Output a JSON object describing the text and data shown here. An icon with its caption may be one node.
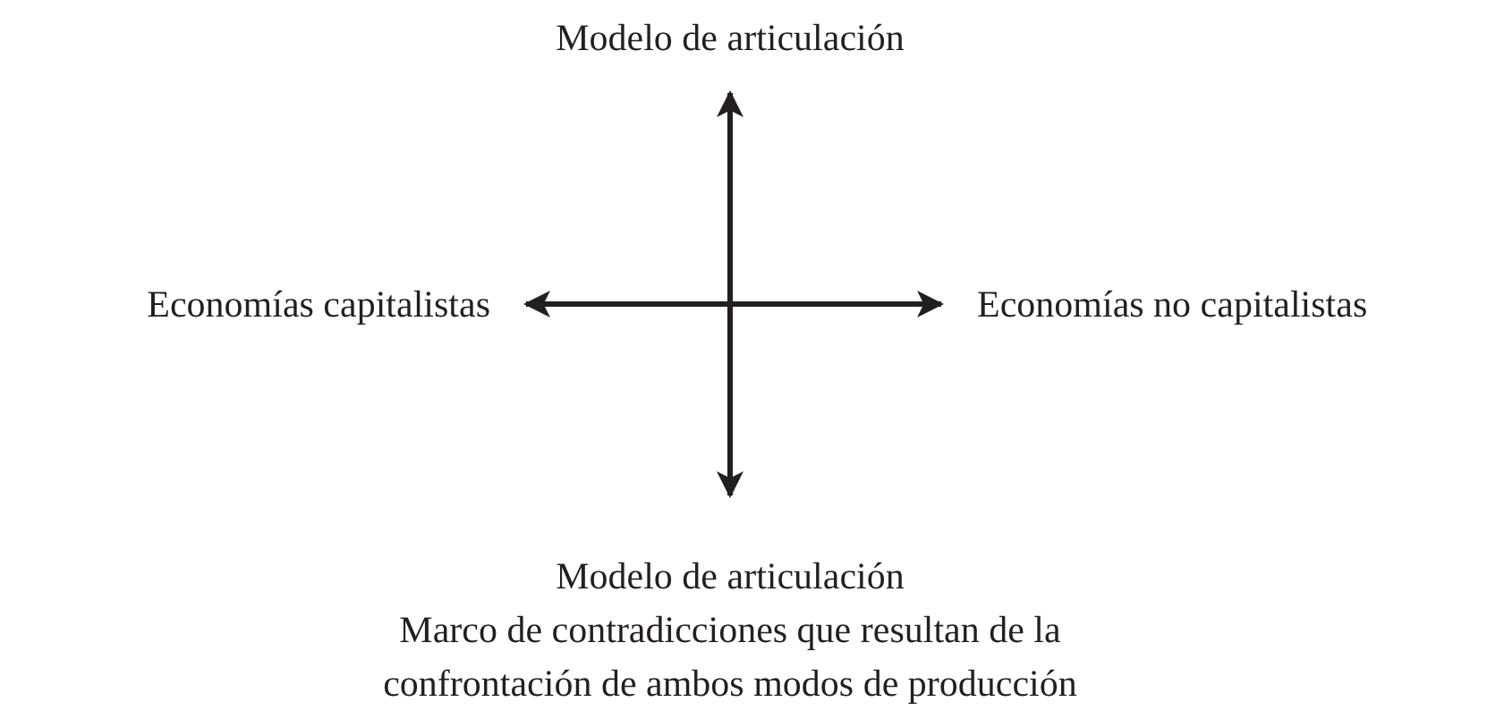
{
  "diagram": {
    "nodes": [
      {
        "text": [
          "Modelo de articulación"
        ]
      },
      {
        "text": [
          "Economías capitalistas"
        ]
      },
      {
        "text": [
          "Economías no capitalistas"
        ]
      },
      {
        "text": [
          "Modelo de articulación",
          "Marco de contradicciones que resultan de la confrontación de ambos modos de producción"
        ]
      }
    ],
    "edges": [
      {
        "from": 0,
        "to": 3,
        "arrow": "both"
      },
      {
        "from": 1,
        "to": 2,
        "arrow": "both"
      }
    ]
  }
}
